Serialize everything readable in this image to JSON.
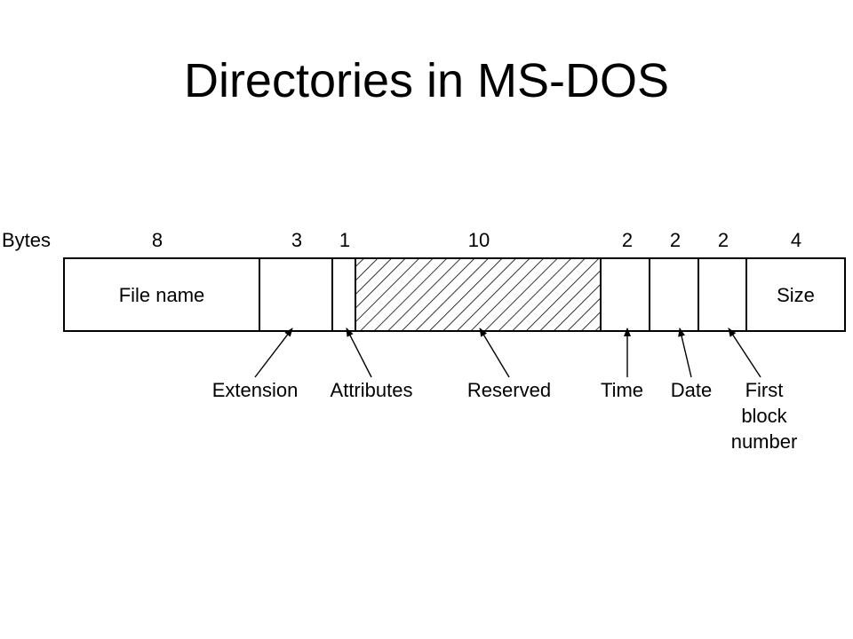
{
  "title": "Directories in MS-DOS",
  "bytes_label": "Bytes",
  "fields": [
    {
      "bytes": "8",
      "label": "File name",
      "hatched": false
    },
    {
      "bytes": "3",
      "label": "",
      "hatched": false
    },
    {
      "bytes": "1",
      "label": "",
      "hatched": false
    },
    {
      "bytes": "10",
      "label": "",
      "hatched": true
    },
    {
      "bytes": "2",
      "label": "",
      "hatched": false
    },
    {
      "bytes": "2",
      "label": "",
      "hatched": false
    },
    {
      "bytes": "2",
      "label": "",
      "hatched": false
    },
    {
      "bytes": "4",
      "label": "Size",
      "hatched": false
    }
  ],
  "callouts": [
    {
      "field": 1,
      "lines": [
        "Extension"
      ]
    },
    {
      "field": 2,
      "lines": [
        "Attributes"
      ]
    },
    {
      "field": 3,
      "lines": [
        "Reserved"
      ]
    },
    {
      "field": 4,
      "lines": [
        "Time"
      ]
    },
    {
      "field": 5,
      "lines": [
        "Date"
      ]
    },
    {
      "field": 6,
      "lines": [
        "First",
        "block",
        "number"
      ]
    }
  ]
}
